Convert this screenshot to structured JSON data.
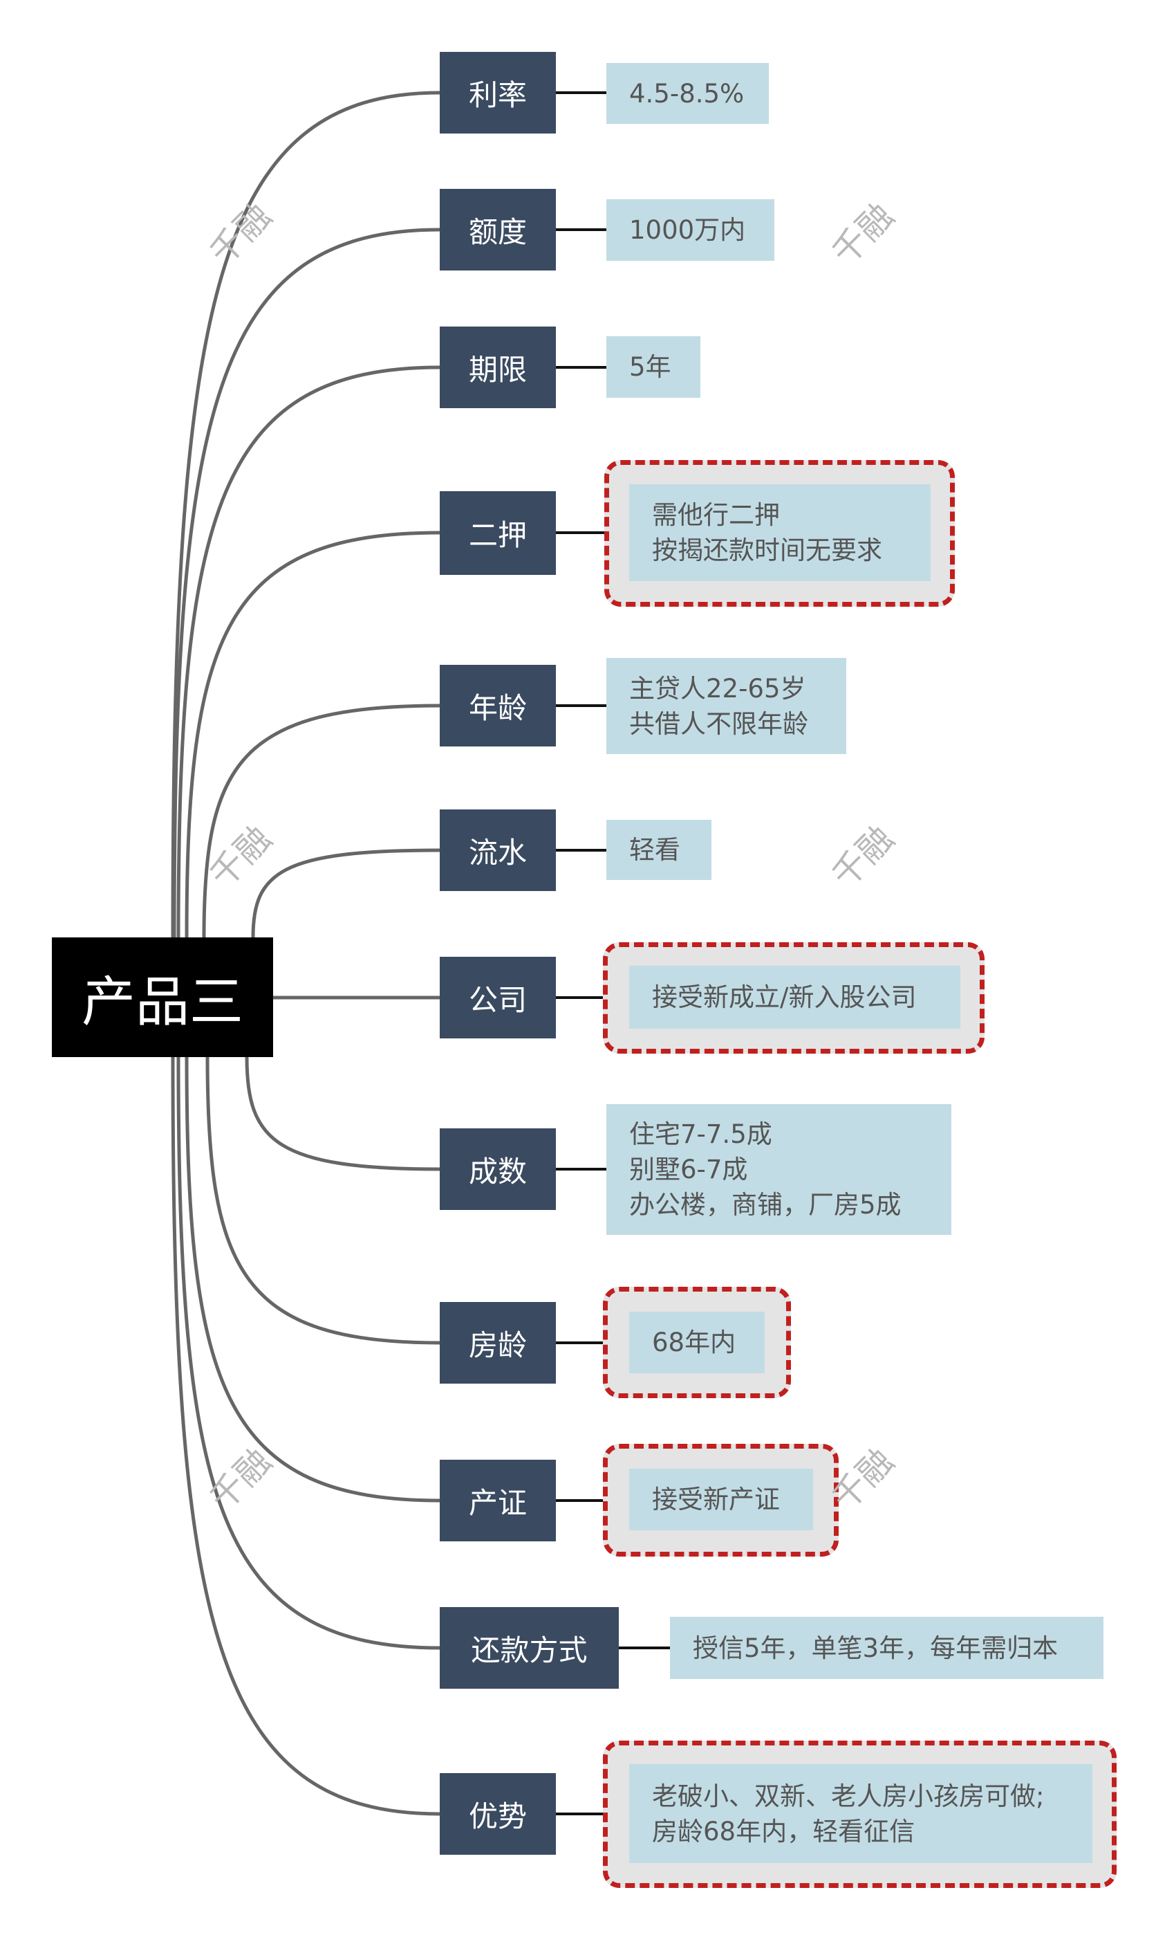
{
  "root": {
    "label": "产品三"
  },
  "watermark": "千融",
  "colors": {
    "branch": "#3a4a60",
    "leaf": "#c2dce5",
    "highlight_border": "#c0201f",
    "highlight_fill": "#e4e4e4",
    "link": "#666666"
  },
  "branches": [
    {
      "label": "利率",
      "detail": [
        "4.5-8.5%"
      ],
      "highlighted": false
    },
    {
      "label": "额度",
      "detail": [
        "1000万内"
      ],
      "highlighted": false
    },
    {
      "label": "期限",
      "detail": [
        "5年"
      ],
      "highlighted": false
    },
    {
      "label": "二押",
      "detail": [
        "需他行二押",
        "按揭还款时间无要求"
      ],
      "highlighted": true
    },
    {
      "label": "年龄",
      "detail": [
        "主贷人22-65岁",
        "共借人不限年龄"
      ],
      "highlighted": false
    },
    {
      "label": "流水",
      "detail": [
        "轻看"
      ],
      "highlighted": false
    },
    {
      "label": "公司",
      "detail": [
        "接受新成立/新入股公司"
      ],
      "highlighted": true
    },
    {
      "label": "成数",
      "detail": [
        "住宅7-7.5成",
        "别墅6-7成",
        "办公楼，商铺，厂房5成"
      ],
      "highlighted": false
    },
    {
      "label": "房龄",
      "detail": [
        "68年内"
      ],
      "highlighted": true
    },
    {
      "label": "产证",
      "detail": [
        "接受新产证"
      ],
      "highlighted": true
    },
    {
      "label": "还款方式",
      "detail": [
        "授信5年，单笔3年，每年需归本"
      ],
      "highlighted": false
    },
    {
      "label": "优势",
      "detail": [
        "老破小、双新、老人房小孩房可做;",
        "房龄68年内，轻看征信"
      ],
      "highlighted": true
    }
  ]
}
